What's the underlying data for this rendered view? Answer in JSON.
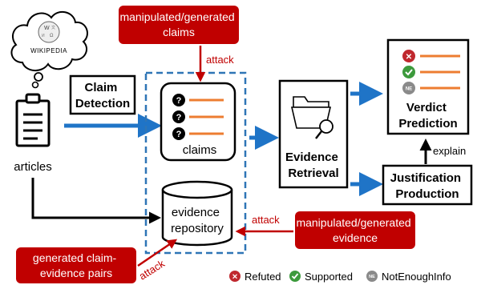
{
  "wiki": {
    "logo_text": "WIKIPEDIA"
  },
  "labels": {
    "articles": "articles",
    "claim_detection": [
      "Claim",
      "Detection"
    ],
    "claims": "claims",
    "evidence_repository": [
      "evidence",
      "repository"
    ],
    "evidence_retrieval": [
      "Evidence",
      "Retrieval"
    ],
    "verdict_prediction": [
      "Verdict",
      "Prediction"
    ],
    "justification_production": [
      "Justification",
      "Production"
    ],
    "explain": "explain"
  },
  "attacks": {
    "top_box": [
      "manipulated/generated",
      "claims"
    ],
    "right_box": [
      "manipulated/generated",
      "evidence"
    ],
    "left_box": [
      "generated claim-",
      "evidence pairs"
    ],
    "attack_label": "attack"
  },
  "legend": {
    "items": [
      {
        "label": "Refuted",
        "symbol": "x",
        "color": "#c0282e"
      },
      {
        "label": "Supported",
        "symbol": "check",
        "color": "#3c9a3c"
      },
      {
        "label": "NotEnoughInfo",
        "symbol": "NE",
        "color": "#8a8a8a"
      }
    ]
  },
  "colors": {
    "accent_red": "#c00000",
    "arrow_blue": "#1f74c7",
    "line_orange": "#ed7d31",
    "dashed_blue": "#2e75b6"
  }
}
